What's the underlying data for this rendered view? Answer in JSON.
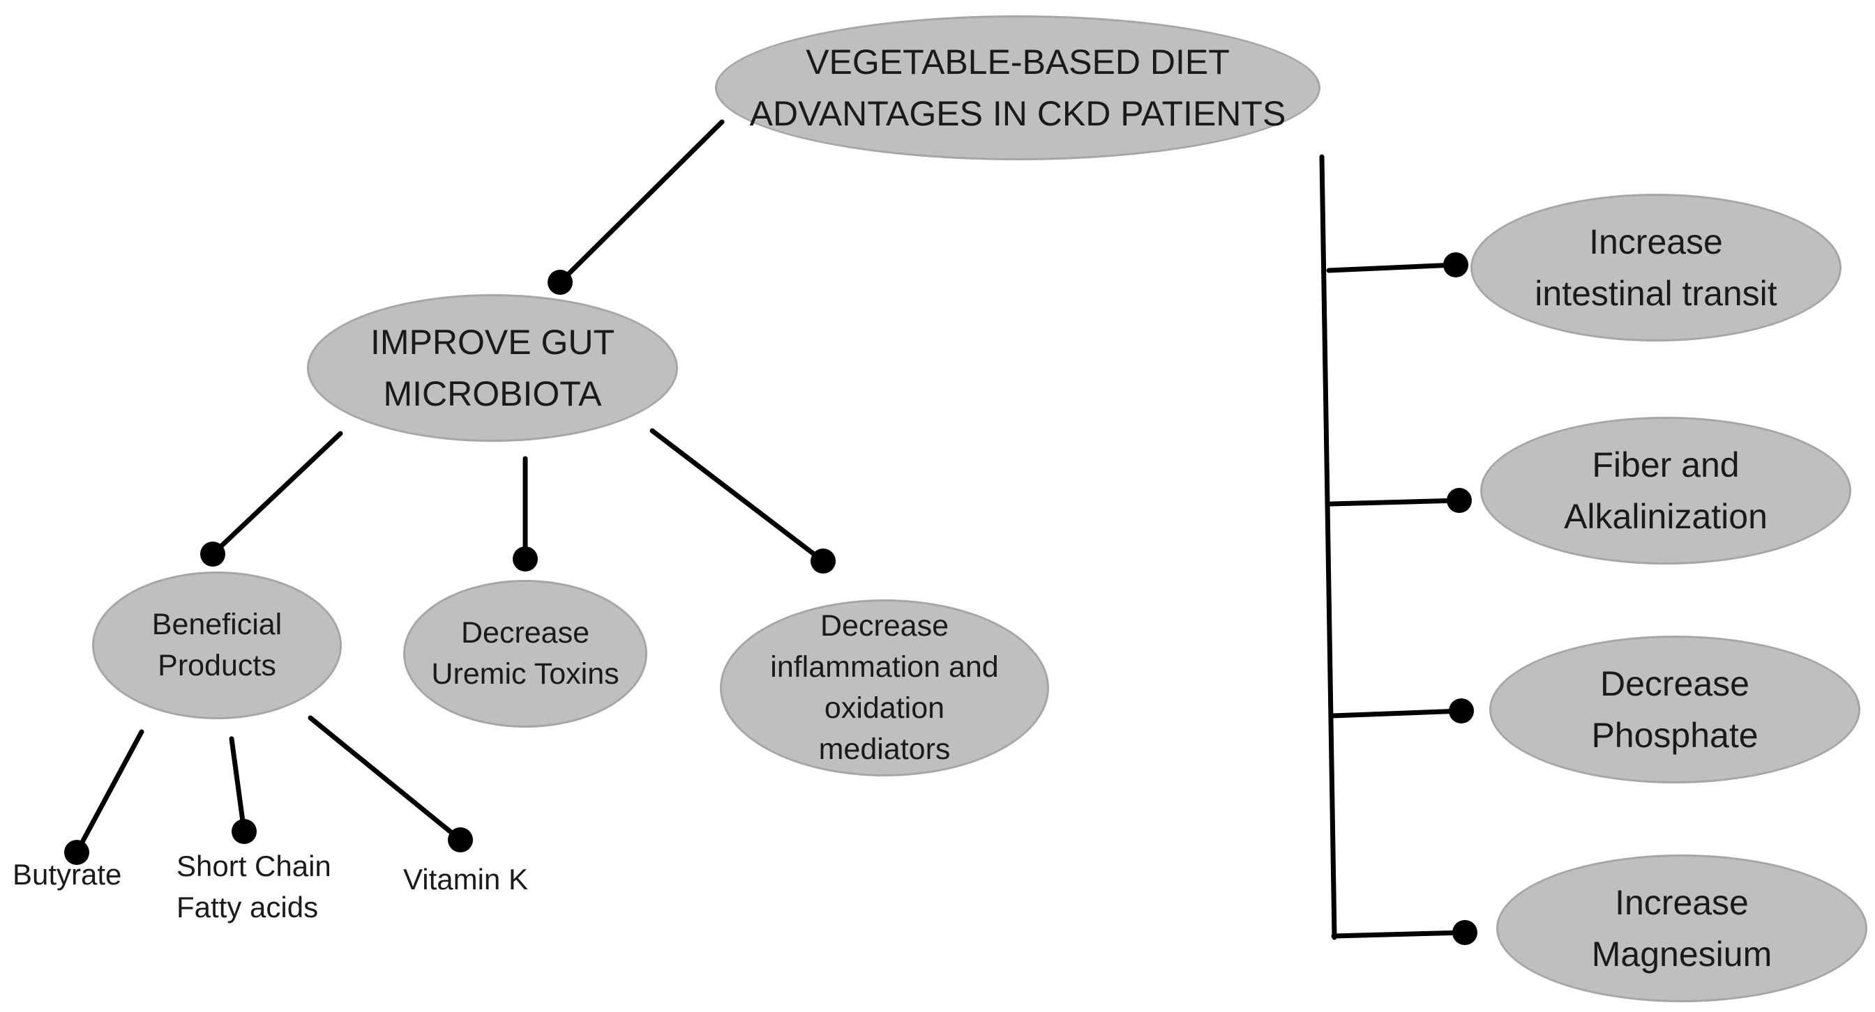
{
  "root": {
    "text": "VEGETABLE-BASED DIET\nADVANTAGES IN CKD PATIENTS"
  },
  "gut": {
    "text": "IMPROVE GUT\nMICROBIOTA"
  },
  "gut_children": [
    {
      "text": "Beneficial\nProducts"
    },
    {
      "text": "Decrease\nUremic Toxins"
    },
    {
      "text": "Decrease\ninflammation and\noxidation\nmediators"
    }
  ],
  "products": [
    {
      "text": "Butyrate"
    },
    {
      "text": "Short Chain\nFatty acids"
    },
    {
      "text": "Vitamin K"
    }
  ],
  "benefits": [
    {
      "text": "Increase\nintestinal transit"
    },
    {
      "text": "Fiber and\nAlkalinization"
    },
    {
      "text": "Decrease\nPhosphate"
    },
    {
      "text": "Increase\nMagnesium"
    }
  ]
}
